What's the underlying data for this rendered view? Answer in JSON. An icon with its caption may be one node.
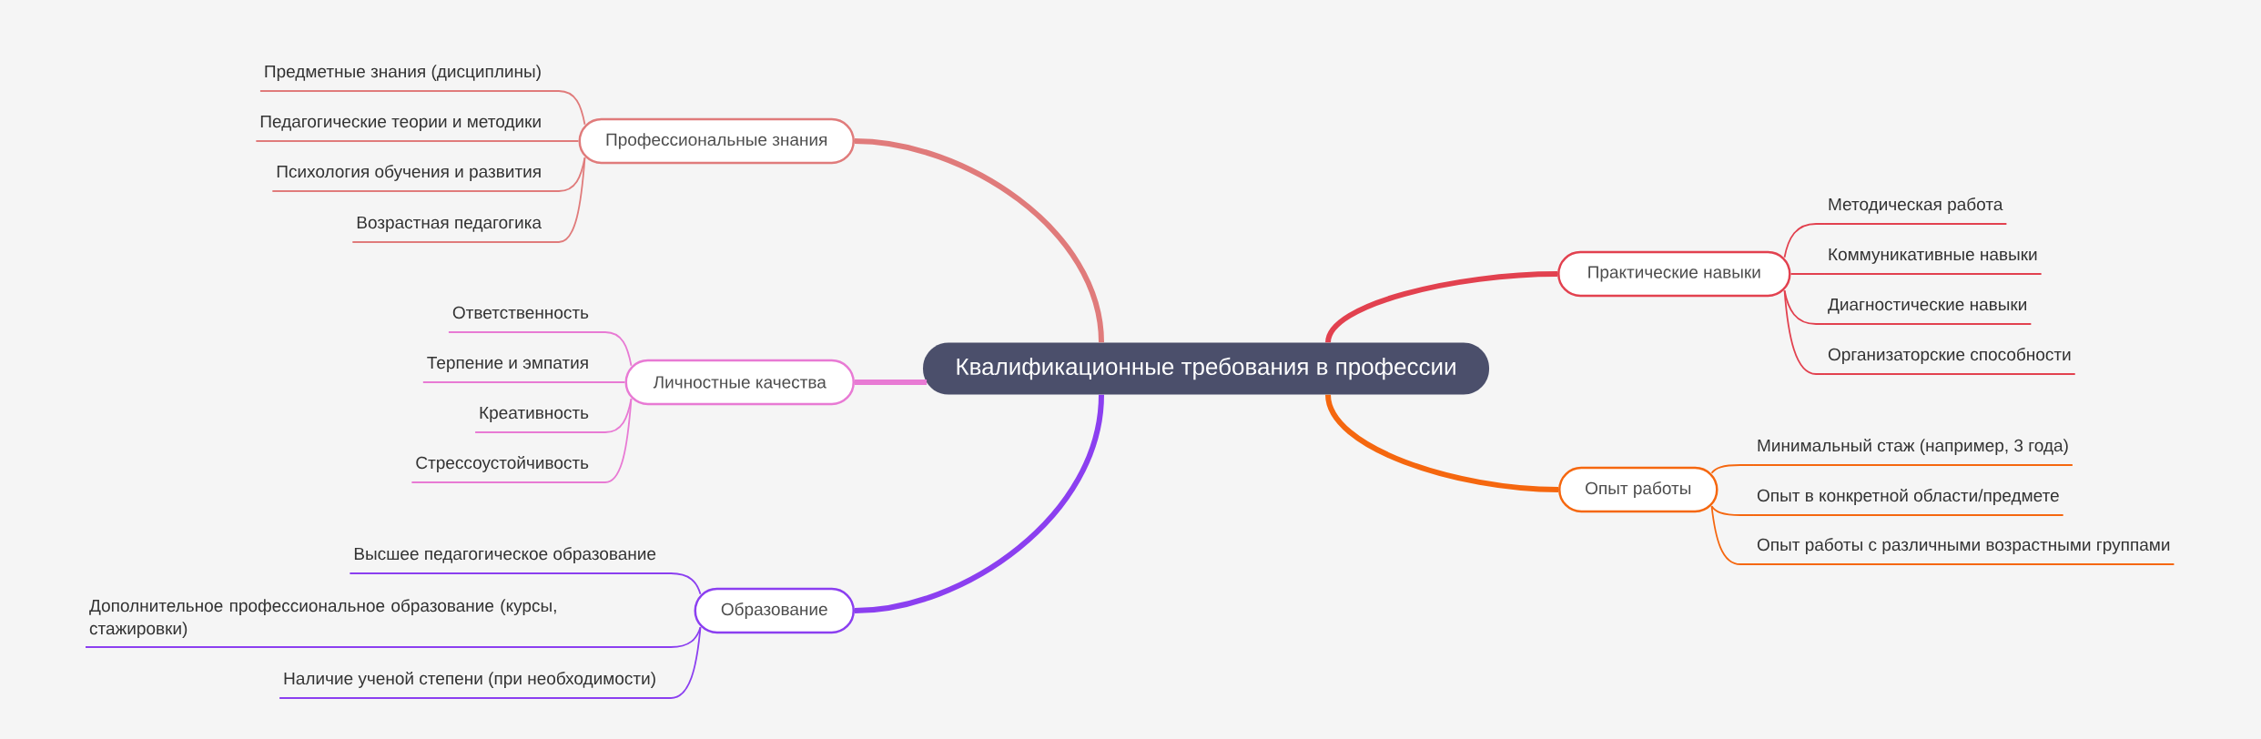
{
  "diagram": {
    "nodes": [
      {
        "text": [
          "Квалификационные требования в профессии"
        ]
      },
      {
        "text": [
          "Профессиональные знания"
        ]
      },
      {
        "text": [
          "Предметные знания (дисциплины)"
        ]
      },
      {
        "text": [
          "Педагогические теории и методики"
        ]
      },
      {
        "text": [
          "Психология обучения и развития"
        ]
      },
      {
        "text": [
          "Возрастная педагогика"
        ]
      },
      {
        "text": [
          "Личностные качества"
        ]
      },
      {
        "text": [
          "Ответственность"
        ]
      },
      {
        "text": [
          "Терпение и эмпатия"
        ]
      },
      {
        "text": [
          "Креативность"
        ]
      },
      {
        "text": [
          "Стрессоустойчивость"
        ]
      },
      {
        "text": [
          "Образование"
        ]
      },
      {
        "text": [
          "Высшее педагогическое образование"
        ]
      },
      {
        "text": [
          "Дополнительное профессиональное образование (курсы, стажировки)"
        ]
      },
      {
        "text": [
          "Наличие ученой степени (при необходимости)"
        ]
      },
      {
        "text": [
          "Практические навыки"
        ]
      },
      {
        "text": [
          "Методическая работа"
        ]
      },
      {
        "text": [
          "Коммуникативные навыки"
        ]
      },
      {
        "text": [
          "Диагностические навыки"
        ]
      },
      {
        "text": [
          "Организаторские способности"
        ]
      },
      {
        "text": [
          "Опыт работы"
        ]
      },
      {
        "text": [
          "Минимальный стаж (например, 3 года)"
        ]
      },
      {
        "text": [
          "Опыт в конкретной области/предмете"
        ]
      },
      {
        "text": [
          "Опыт работы с различными возрастными группами"
        ]
      }
    ],
    "edges": [
      {
        "from": 0,
        "to": 1,
        "arrow": "none",
        "style": "thick",
        "color": "#e07b7b"
      },
      {
        "from": 1,
        "to": 2,
        "arrow": "none",
        "color": "#e07b7b"
      },
      {
        "from": 1,
        "to": 3,
        "arrow": "none",
        "color": "#e07b7b"
      },
      {
        "from": 1,
        "to": 4,
        "arrow": "none",
        "color": "#e07b7b"
      },
      {
        "from": 1,
        "to": 5,
        "arrow": "none",
        "color": "#e07b7b"
      },
      {
        "from": 0,
        "to": 6,
        "arrow": "none",
        "style": "thick",
        "color": "#e87ad4"
      },
      {
        "from": 6,
        "to": 7,
        "arrow": "none",
        "color": "#e87ad4"
      },
      {
        "from": 6,
        "to": 8,
        "arrow": "none",
        "color": "#e87ad4"
      },
      {
        "from": 6,
        "to": 9,
        "arrow": "none",
        "color": "#e87ad4"
      },
      {
        "from": 6,
        "to": 10,
        "arrow": "none",
        "color": "#e87ad4"
      },
      {
        "from": 0,
        "to": 11,
        "arrow": "none",
        "style": "thick",
        "color": "#8b3ff0"
      },
      {
        "from": 11,
        "to": 12,
        "arrow": "none",
        "color": "#8b3ff0"
      },
      {
        "from": 11,
        "to": 13,
        "arrow": "none",
        "color": "#8b3ff0"
      },
      {
        "from": 11,
        "to": 14,
        "arrow": "none",
        "color": "#8b3ff0"
      },
      {
        "from": 0,
        "to": 15,
        "arrow": "none",
        "style": "thick",
        "color": "#e2414f"
      },
      {
        "from": 15,
        "to": 16,
        "arrow": "none",
        "color": "#e2414f"
      },
      {
        "from": 15,
        "to": 17,
        "arrow": "none",
        "color": "#e2414f"
      },
      {
        "from": 15,
        "to": 18,
        "arrow": "none",
        "color": "#e2414f"
      },
      {
        "from": 15,
        "to": 19,
        "arrow": "none",
        "color": "#e2414f"
      },
      {
        "from": 0,
        "to": 20,
        "arrow": "none",
        "style": "thick",
        "color": "#f5670f"
      },
      {
        "from": 20,
        "to": 21,
        "arrow": "none",
        "color": "#f5670f"
      },
      {
        "from": 20,
        "to": 22,
        "arrow": "none",
        "color": "#f5670f"
      },
      {
        "from": 20,
        "to": 23,
        "arrow": "none",
        "color": "#f5670f"
      }
    ]
  }
}
